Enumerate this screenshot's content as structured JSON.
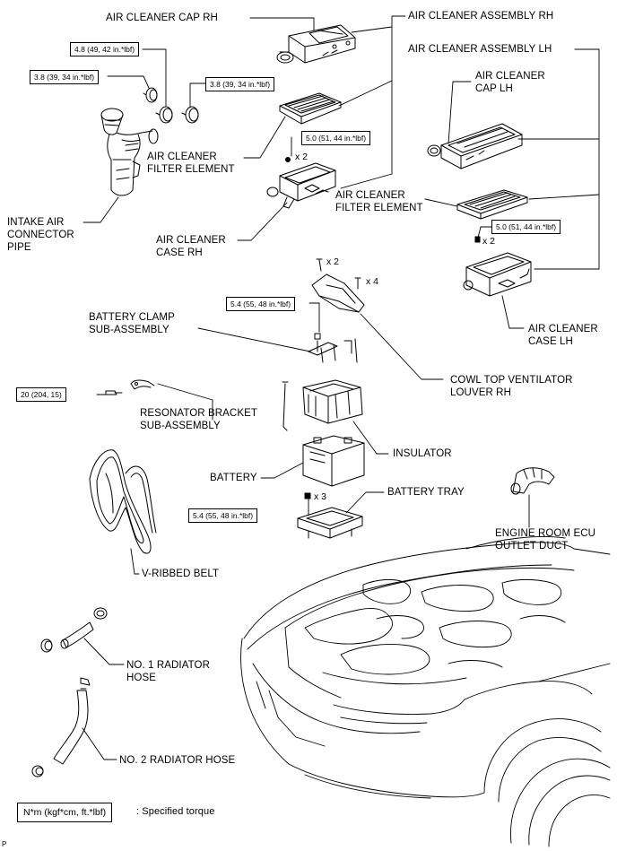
{
  "labels": {
    "air_cleaner_cap_rh": "AIR CLEANER CAP RH",
    "air_cleaner_assembly_rh": "AIR CLEANER ASSEMBLY RH",
    "air_cleaner_assembly_lh": "AIR CLEANER ASSEMBLY LH",
    "air_cleaner_cap_lh_1": "AIR CLEANER",
    "air_cleaner_cap_lh_2": "CAP LH",
    "air_cleaner_filter_element_rh_1": "AIR CLEANER",
    "air_cleaner_filter_element_rh_2": "FILTER ELEMENT",
    "air_cleaner_filter_element_lh_1": "AIR CLEANER",
    "air_cleaner_filter_element_lh_2": "FILTER ELEMENT",
    "air_cleaner_case_rh_1": "AIR CLEANER",
    "air_cleaner_case_rh_2": "CASE RH",
    "air_cleaner_case_lh_1": "AIR CLEANER",
    "air_cleaner_case_lh_2": "CASE LH",
    "intake_air_1": "INTAKE AIR",
    "intake_air_2": "CONNECTOR",
    "intake_air_3": "PIPE",
    "battery_clamp_1": "BATTERY CLAMP",
    "battery_clamp_2": "SUB-ASSEMBLY",
    "cowl_top_1": "COWL TOP VENTILATOR",
    "cowl_top_2": "LOUVER RH",
    "resonator_1": "RESONATOR BRACKET",
    "resonator_2": "SUB-ASSEMBLY",
    "insulator": "INSULATOR",
    "battery": "BATTERY",
    "battery_tray": "BATTERY TRAY",
    "ecu_duct_1": "ENGINE ROOM ECU",
    "ecu_duct_2": "OUTLET DUCT",
    "v_ribbed_belt": "V-RIBBED BELT",
    "radiator_hose_1_a": "NO. 1 RADIATOR",
    "radiator_hose_1_b": "HOSE",
    "radiator_hose_2": "NO. 2 RADIATOR HOSE"
  },
  "torques": {
    "clamp_4_8": "4.8 (49, 42 in.*lbf)",
    "clamp_3_8_left": "3.8 (39, 34 in.*lbf)",
    "clamp_3_8_right": "3.8 (39, 34 in.*lbf)",
    "case_rh_bolt": "5.0 (51, 44 in.*lbf)",
    "case_lh_bolt": "5.0 (51, 44 in.*lbf)",
    "battery_clamp_nut": "5.4 (55, 48 in.*lbf)",
    "resonator_bolt": "20 (204, 15)",
    "battery_tray_bolt": "5.4 (55, 48 in.*lbf)"
  },
  "quantities": {
    "case_rh_bolts": "x 2",
    "case_lh_bolts": "x 2",
    "cowl_bolts": "x 2",
    "cowl_clips": "x 4",
    "tray_bolts": "x 3"
  },
  "legend": {
    "unit": "N*m (kgf*cm, ft.*lbf)",
    "meaning": ": Specified torque"
  },
  "footer_code": "P"
}
